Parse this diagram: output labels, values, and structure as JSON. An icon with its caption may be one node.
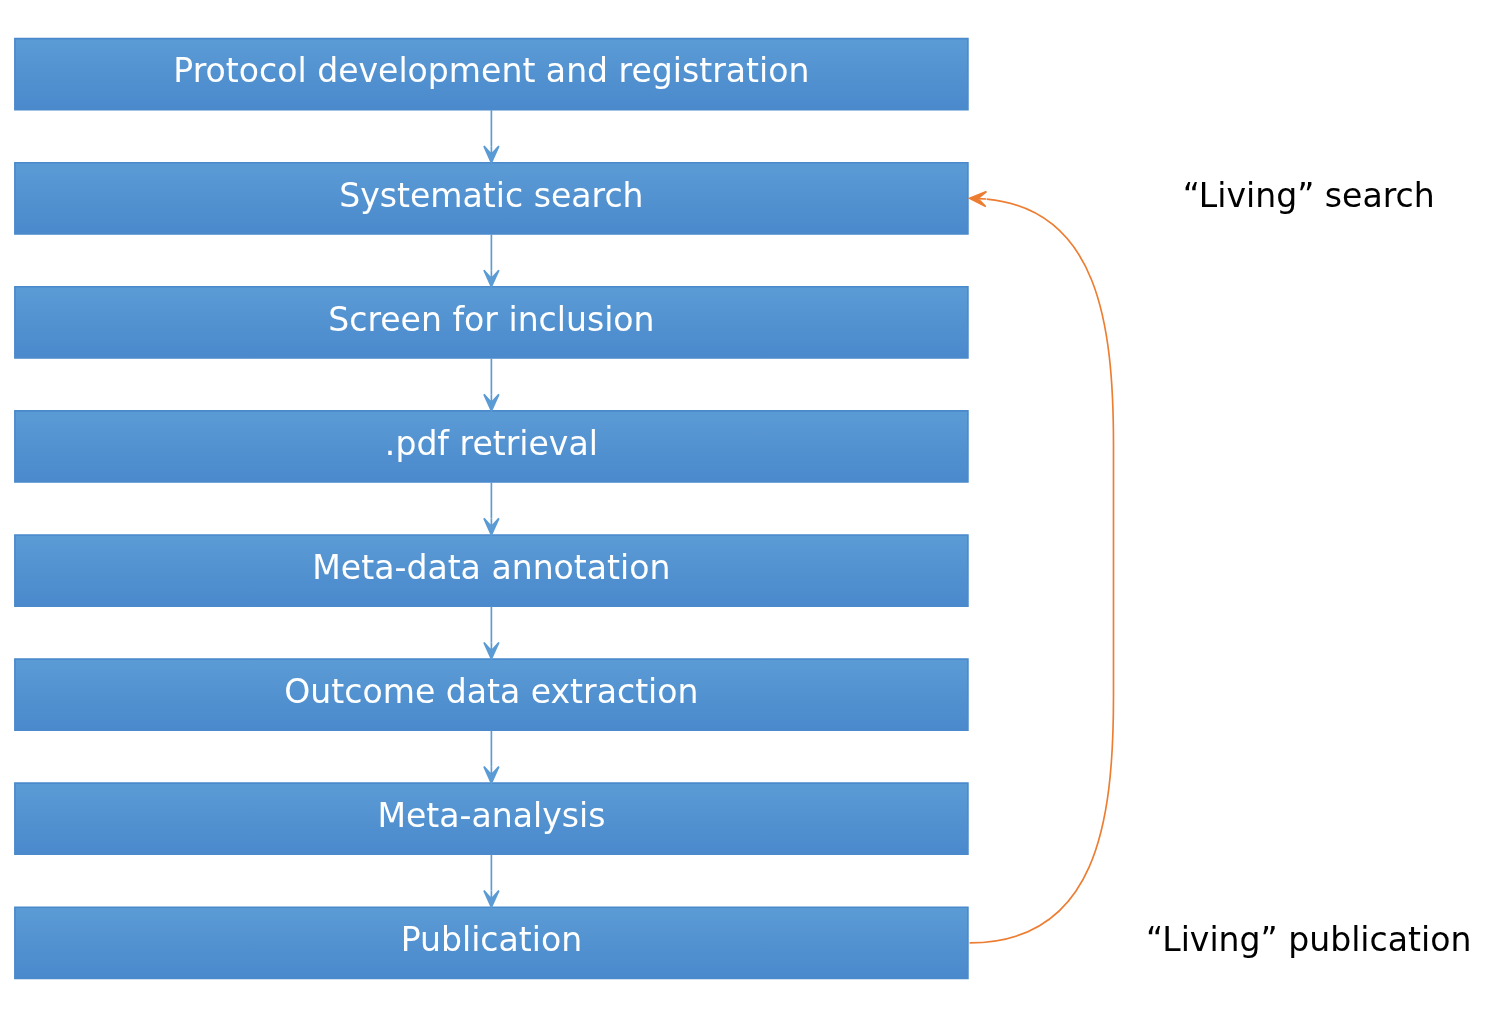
{
  "diagram": {
    "nodes": [
      {
        "text": [
          "Protocol development and registration"
        ]
      },
      {
        "text": [
          "Systematic search"
        ]
      },
      {
        "text": [
          "Screen for inclusion"
        ]
      },
      {
        "text": [
          ".pdf retrieval"
        ]
      },
      {
        "text": [
          "Meta-data annotation"
        ]
      },
      {
        "text": [
          "Outcome data extraction"
        ]
      },
      {
        "text": [
          "Meta-analysis"
        ]
      },
      {
        "text": [
          "Publication"
        ]
      }
    ],
    "edges": [
      {
        "from": 0,
        "to": 1,
        "arrow": "to"
      },
      {
        "from": 1,
        "to": 2,
        "arrow": "to"
      },
      {
        "from": 2,
        "to": 3,
        "arrow": "to"
      },
      {
        "from": 3,
        "to": 4,
        "arrow": "to"
      },
      {
        "from": 4,
        "to": 5,
        "arrow": "to"
      },
      {
        "from": 5,
        "to": 6,
        "arrow": "to"
      },
      {
        "from": 6,
        "to": 7,
        "arrow": "to"
      },
      {
        "from": 7,
        "to": 1,
        "arrow": "to",
        "color": "#ed7d31"
      }
    ],
    "labels": [
      "“Living” search",
      "“Living” publication"
    ]
  }
}
